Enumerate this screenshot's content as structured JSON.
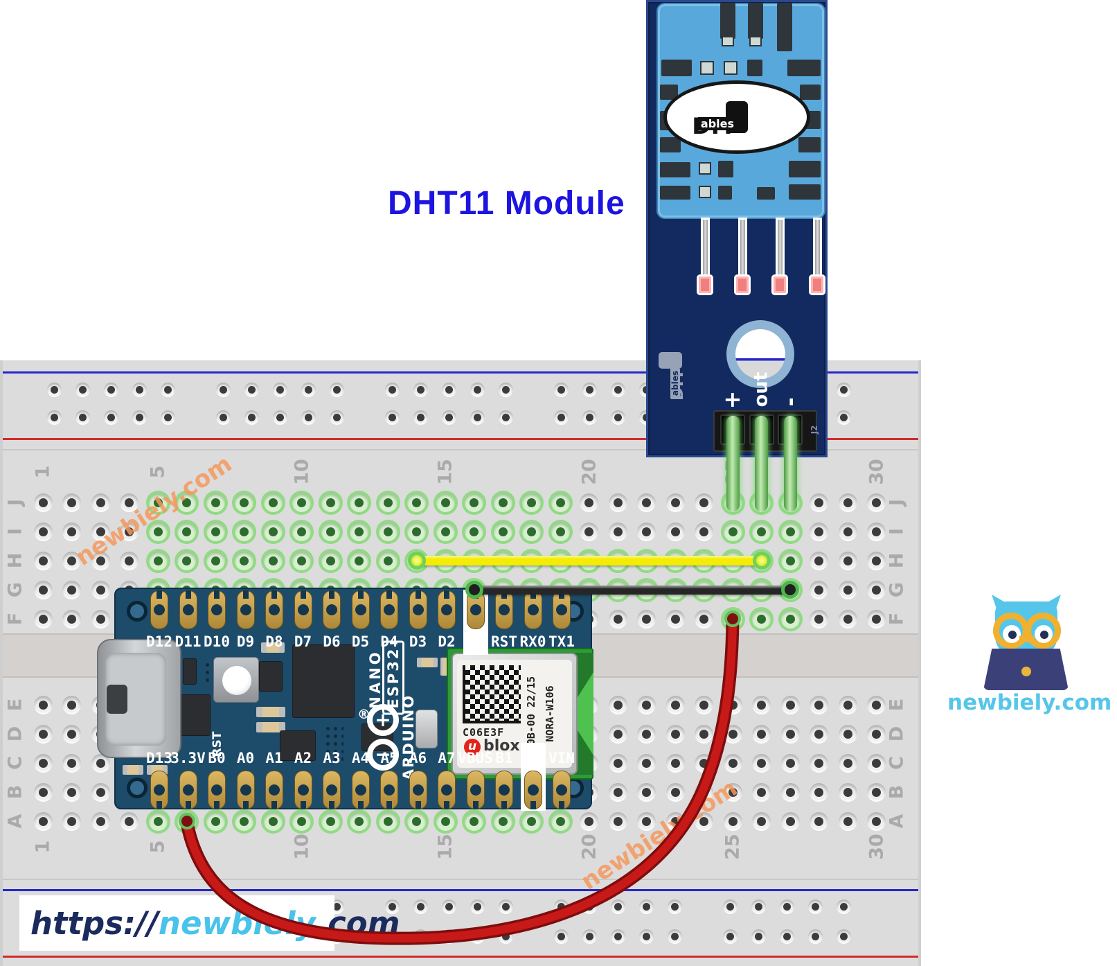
{
  "title": "DHT11 Module",
  "title_color": "#1d14e0",
  "watermark": {
    "text": "newbiely.com",
    "color": "#f4985c"
  },
  "footer_url": {
    "prefix": "https://",
    "brand": "newbiely",
    "suffix": ".com"
  },
  "site_logo": {
    "caption": "newbiely.com",
    "owl_color": "#55c6ea",
    "laptop_color": "#3c4078"
  },
  "dht_module": {
    "brand_logo": {
      "diy": "DIY",
      "ables": "ables"
    },
    "side_logo": {
      "diy": "DIY",
      "ables": "ables"
    },
    "pin_labels": {
      "plus": "+",
      "out": "out",
      "minus": "-"
    },
    "connector_ref": "J2",
    "connected_columns": [
      25,
      26,
      27
    ],
    "pcb_color": "#122a60",
    "sensor_color": "#58a8db"
  },
  "arduino": {
    "top_pins": [
      "D12",
      "D11",
      "D10",
      "D9",
      "D8",
      "D7",
      "D6",
      "D5",
      "D4",
      "D3",
      "D2",
      "",
      "RST",
      "RX0",
      "TX1"
    ],
    "bottom_pins": [
      "D13",
      "3.3V",
      "B0",
      "A0",
      "A1",
      "A2",
      "A3",
      "A4",
      "A5",
      "A6",
      "A7",
      "VBUS",
      "B1",
      "",
      "VIN"
    ],
    "silkscreen": {
      "nano": "NANO",
      "esp32": "ESP32",
      "brand": "ARDUINO",
      "reset": "RST",
      "registered": "®",
      "plus": "+",
      "minus": "−"
    },
    "radio_module": {
      "code": "C06E3F",
      "brand_u": "u",
      "brand_rest": "blox",
      "line1": "00B-00 22/15",
      "line2": "NORA-W106"
    },
    "board_color": "#1d4b6a"
  },
  "breadboard": {
    "row_letters_top": [
      "J",
      "I",
      "H",
      "G",
      "F"
    ],
    "row_letters_bottom": [
      "E",
      "D",
      "C",
      "B",
      "A"
    ],
    "column_numbers": [
      "1",
      "5",
      "10",
      "15",
      "20",
      "25",
      "30"
    ],
    "green_map": {
      "J": [
        [
          5,
          19
        ],
        [
          25,
          27
        ]
      ],
      "I": [
        [
          5,
          19
        ],
        [
          25,
          27
        ]
      ],
      "H": [
        [
          5,
          27
        ]
      ],
      "G": [
        [
          5,
          27
        ]
      ],
      "F": [
        [
          25,
          27
        ]
      ],
      "A": [
        [
          5,
          19
        ]
      ]
    },
    "rail_blue": "#2626cc",
    "rail_red": "#d42a2a"
  },
  "wires": {
    "signal": {
      "color": "#f4ec04",
      "row": "H",
      "from_col": 14,
      "to_col": 26,
      "name": "yellow-data-wire"
    },
    "ground": {
      "color": "#262626",
      "row": "G",
      "from_col": 16,
      "to_col": 27,
      "name": "black-ground-wire"
    },
    "power": {
      "color": "#c81919",
      "from": {
        "row": "A",
        "col": 6
      },
      "to": {
        "row": "F",
        "col": 25
      },
      "name": "red-power-wire"
    }
  }
}
